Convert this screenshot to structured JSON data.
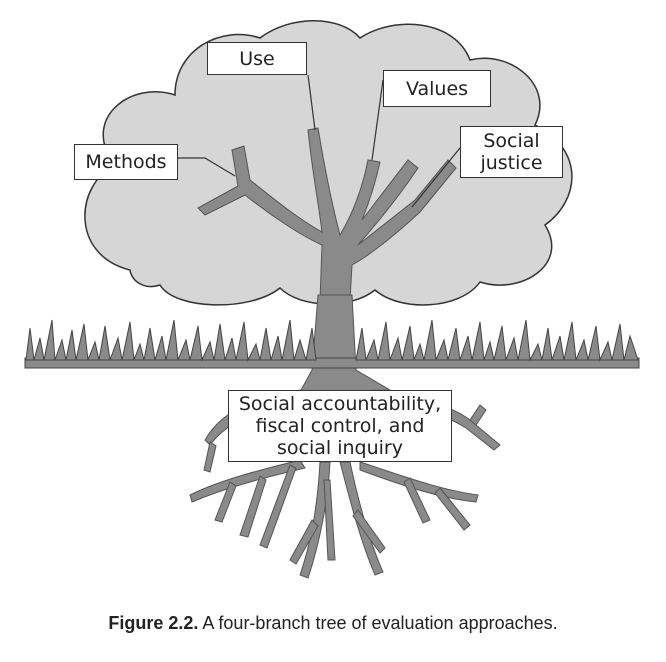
{
  "labels": {
    "use": "Use",
    "values": "Values",
    "methods": "Methods",
    "social_justice": [
      "Social",
      "justice"
    ],
    "roots": [
      "Social accountability,",
      "fiscal control, and",
      "social inquiry"
    ]
  },
  "caption": {
    "figure_number": "Figure 2.2.",
    "text": "A four-branch tree of evaluation approaches."
  },
  "colors": {
    "canopy": "#d6d6d6",
    "trunk": "#8a8a8a",
    "outline": "#333333"
  }
}
